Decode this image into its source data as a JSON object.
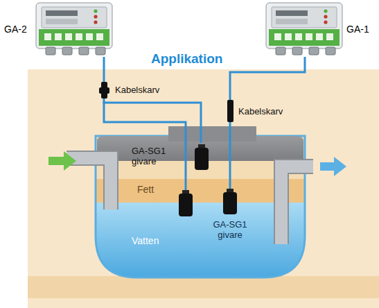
{
  "diagram": {
    "title": "Applikation",
    "nodes": [
      {
        "text": [
          "GA-2"
        ]
      },
      {
        "text": [
          "GA-1"
        ]
      },
      {
        "text": [
          "GA-SG1 givare"
        ]
      },
      {
        "text": [
          "GA-SG1 givare"
        ]
      }
    ],
    "edges": [
      {
        "from": 0,
        "to": 2,
        "label": "Kabelskarv",
        "arrow": "none"
      },
      {
        "from": 1,
        "to": 3,
        "label": "Kabelskarv",
        "arrow": "none"
      }
    ],
    "labels": [
      "Fett",
      "Vatten"
    ]
  }
}
